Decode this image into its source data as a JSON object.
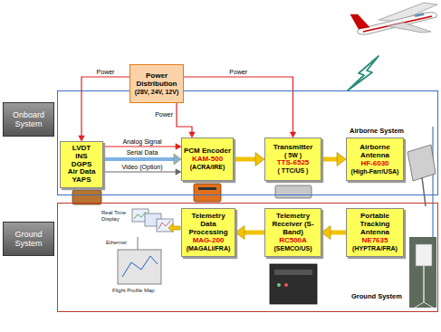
{
  "diagram": {
    "nodes": [
      {
        "text": [
          "Power Distribution",
          "(28V, 24V, 12V)"
        ]
      },
      {
        "text": [
          "Onboard System"
        ]
      },
      {
        "text": [
          "Airborne System"
        ]
      },
      {
        "text": [
          "LVDT INS DGPS Air Data YAPS"
        ],
        "in": 2
      },
      {
        "text": [
          "PCM Encoder",
          "KAM-500",
          "(ACRA/IRE)"
        ],
        "in": 2
      },
      {
        "text": [
          "Transmitter",
          "( 5W )",
          "TTS-6525",
          "( TTC/US )"
        ],
        "in": 2
      },
      {
        "text": [
          "Airborne Antenna",
          "HF-6030",
          "(High-Farr/USA)"
        ],
        "in": 2
      },
      {
        "text": [
          "Ground System"
        ]
      },
      {
        "text": [
          "Ground System"
        ]
      },
      {
        "text": [
          "Telemetry Data Processing",
          "MAG-200",
          "(MAGALI/FRA)"
        ],
        "in": 8
      },
      {
        "text": [
          "Telemetry Receiver (S-Band)",
          "RC500A",
          "(SEMCO/US)"
        ],
        "in": 8
      },
      {
        "text": [
          "Portable Tracking Antenna",
          "NE7635",
          "(HYPTRA/FRA)"
        ],
        "in": 8
      }
    ],
    "edges": [
      {
        "from": 0,
        "to": 3,
        "label": "Power",
        "arrow": "to"
      },
      {
        "from": 0,
        "to": 4,
        "label": "Power",
        "arrow": "to"
      },
      {
        "from": 0,
        "to": 5,
        "label": "Power",
        "arrow": "to"
      },
      {
        "from": 3,
        "to": 4,
        "label": "Analog Signal",
        "arrow": "to"
      },
      {
        "from": 3,
        "to": 4,
        "label": "Serial Data",
        "arrow": "to"
      },
      {
        "from": 3,
        "to": 4,
        "label": "Video (Option)",
        "arrow": "to"
      },
      {
        "from": 4,
        "to": 5,
        "arrow": "to"
      },
      {
        "from": 5,
        "to": 6,
        "arrow": "to"
      },
      {
        "from": 11,
        "to": 10,
        "arrow": "to"
      },
      {
        "from": 10,
        "to": 9,
        "arrow": "to"
      }
    ],
    "labels": [
      "Real Time Display",
      "Ethernet",
      "Flight Profile Map"
    ]
  }
}
